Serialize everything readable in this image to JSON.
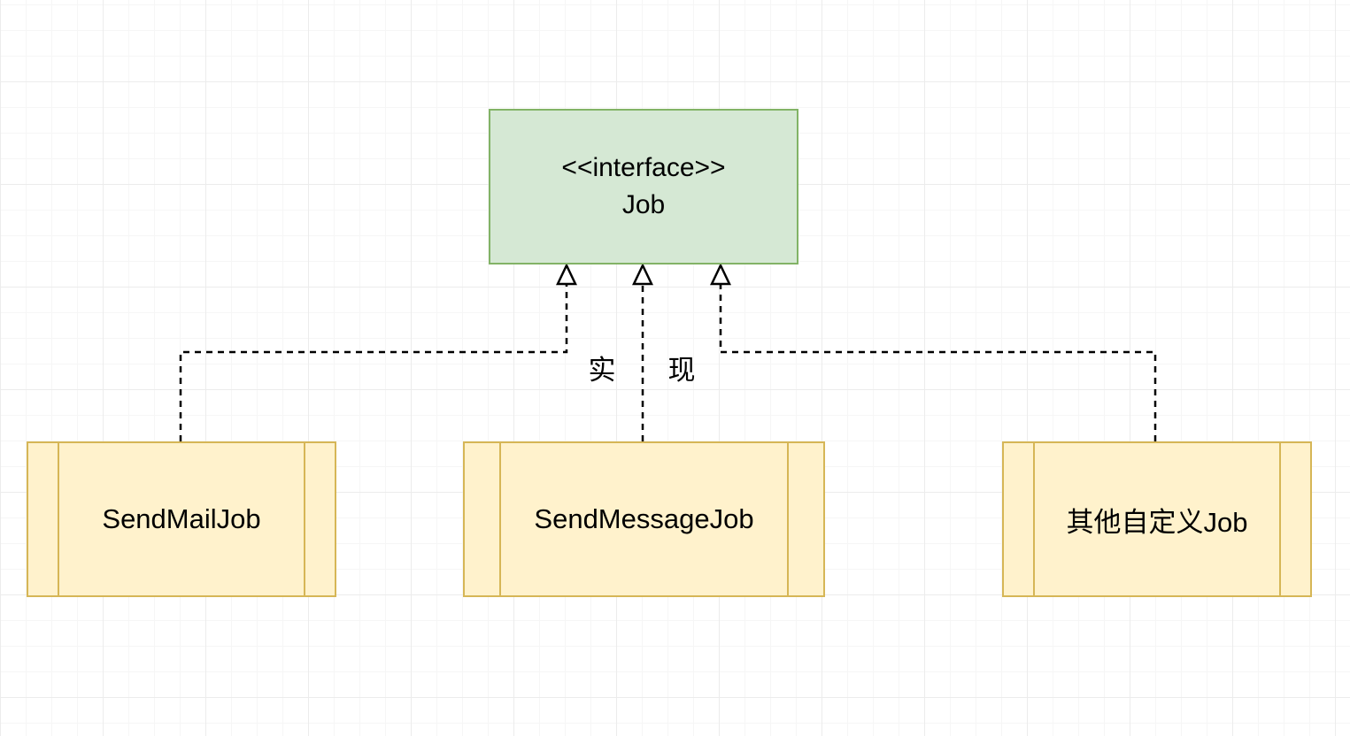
{
  "interface": {
    "stereotype": "<<interface>>",
    "name": "Job"
  },
  "classes": [
    {
      "name": "SendMailJob"
    },
    {
      "name": "SendMessageJob"
    },
    {
      "name": "其他自定义Job"
    }
  ],
  "relation": {
    "label_left": "实",
    "label_right": "现"
  },
  "colors": {
    "interface_fill": "#d5e8d4",
    "interface_stroke": "#82b366",
    "class_fill": "#fff2cc",
    "class_stroke": "#d6b656",
    "connector": "#000000"
  }
}
